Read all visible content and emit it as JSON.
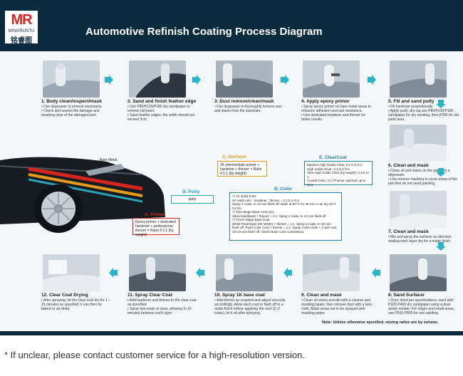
{
  "brand": {
    "logo_main": "MR",
    "logo_sub": "MINGRUNTU",
    "logo_cn": "铭睿图"
  },
  "header": {
    "title": "Automotive Refinish Coating Process Diagram"
  },
  "colors": {
    "header": "#0b2b3f",
    "accent": "#2b9fc9",
    "primer": "#d6251f",
    "putty": "#2aa3b8",
    "surfacer": "#e49b1c",
    "clearcoat": "#2b7fa8"
  },
  "steps_top": [
    {
      "title": "1. Body clean/inspect/mask",
      "desc": "• Use degreaser to remove wax/stains.\n• Check and assess the damage and masking case of the damaged part."
    },
    {
      "title": "2. Sand and finish feather edge",
      "desc": "• Use P80/P120/P180 dry sandpaper to remove old paint.\n• Sand feather edges; the width should not exceed 3cm."
    },
    {
      "title": "3. Dust remove/clean/mask",
      "desc": "• Use degreaser to thoroughly remove wax and stains from the substrate."
    },
    {
      "title": "4. Apply epoxy primer",
      "desc": "• Spray epoxy primer on bare metal areas to enhance adhesion and rust resistance.\n• Use dedicated hardener and thinner for better results."
    },
    {
      "title": "5. Fill and sand putty",
      "desc": "• Fill hardener proportionally.\n• Apply putty; dry-sig use P80/P120/P180 sandpaper for dry sanding, then P240 for old paint area."
    }
  ],
  "steps_right": [
    {
      "title": "6. Clean and mask",
      "desc": "• Clean oil and stains on the part with a degreaser.\n• Use reverse masking to cover areas of the part that do not need painting."
    },
    {
      "title": "7. Clean and mask",
      "desc": "• Mix and spray the surfacer as directed, sealing each layer dry for a matte finish."
    }
  ],
  "steps_bottom": [
    {
      "title": "8. Sand Surfacer",
      "desc": "• Once dried per specifications, sand with P320-P400 dry sandpaper using a dual-action sander. For edges and small areas, use P600-P800 for wet sanding."
    },
    {
      "title": "9. Clean and mask",
      "desc": "• Clean oil stains and dirt with a cleaner and masking paper, then remove dust with a tack cloth. Mask areas not to be sprayed with masking paper."
    },
    {
      "title": "10. Spray 1K base coat",
      "desc": "• Add thinner as required and adjust viscosity accordingly. Allow each coat to flash off to a matte finish before applying the next (2–3 coats), let it sit after spraying."
    },
    {
      "title": "11. Spray Clear Coat",
      "desc": "• Add hardener and thinner to the clear coat as specified.\n• Spray two coats of clear, allowing 5–10 minutes between each layer."
    },
    {
      "title": "12. Clear Coat Drying",
      "desc": "• After spraying, let the clear coat dry for 1 – 15 minutes as specified; it can then be baked or air-dried."
    }
  ],
  "layers": {
    "bare_metal": "Bare Metal",
    "primer": {
      "title": "A. Primer",
      "desc": "Epoxy primer + dedicated hardener + professional thinner = Ratio 4:1:1 (by weight)"
    },
    "putty": {
      "title": "B. Putty",
      "desc": "putty"
    },
    "surfacer": {
      "title": "C. Surfacer",
      "desc": "2K intermediate primer + hardener + thinner = Ratio 4:1:1 (by weight)"
    },
    "color": {
      "title": "D. Color",
      "desc": "① 1K Solid Color\n2K solid color : hardener : thinner = 2:1:0.4–0.5\nSpray 2 coats, 5–10 min flash-off. Bake at 60°C for 45 min or air dry 20°C 24 hrs.\n② Two-Stage Base Coat (1K)\nSilver/solid/pearl + thinner = 1:1. Spray 3 coats, 5–10 min flash-off\n③ Three-Stage Base Coat\nWhite Pearl Base (2K White) + thinner = 1:1. Spray 3 coats, 5–10 min flash-off. Pearl Color Coat + thinner = 1:1. Spray 3 wet coats + 1 wet coat, 10–15 min flash-off. Check base color consistency."
    },
    "clearcoat": {
      "title": "E. ClearCoat",
      "desc": "Medium-High Solids Clear: 2:1:0.3–0.4\nHigh Solids Clear: 3:1:0.4–0.5\nUltra High Solids Clear (by weight): 2:1:0.2–1\nCrystal Clear: 2:1 (Thinner optional: up to 5%)"
    }
  },
  "note": "Note: Unless otherwise specified, mixing ratios are by volume.",
  "footer": "* If unclear, please contact customer service for a high-resolution version."
}
